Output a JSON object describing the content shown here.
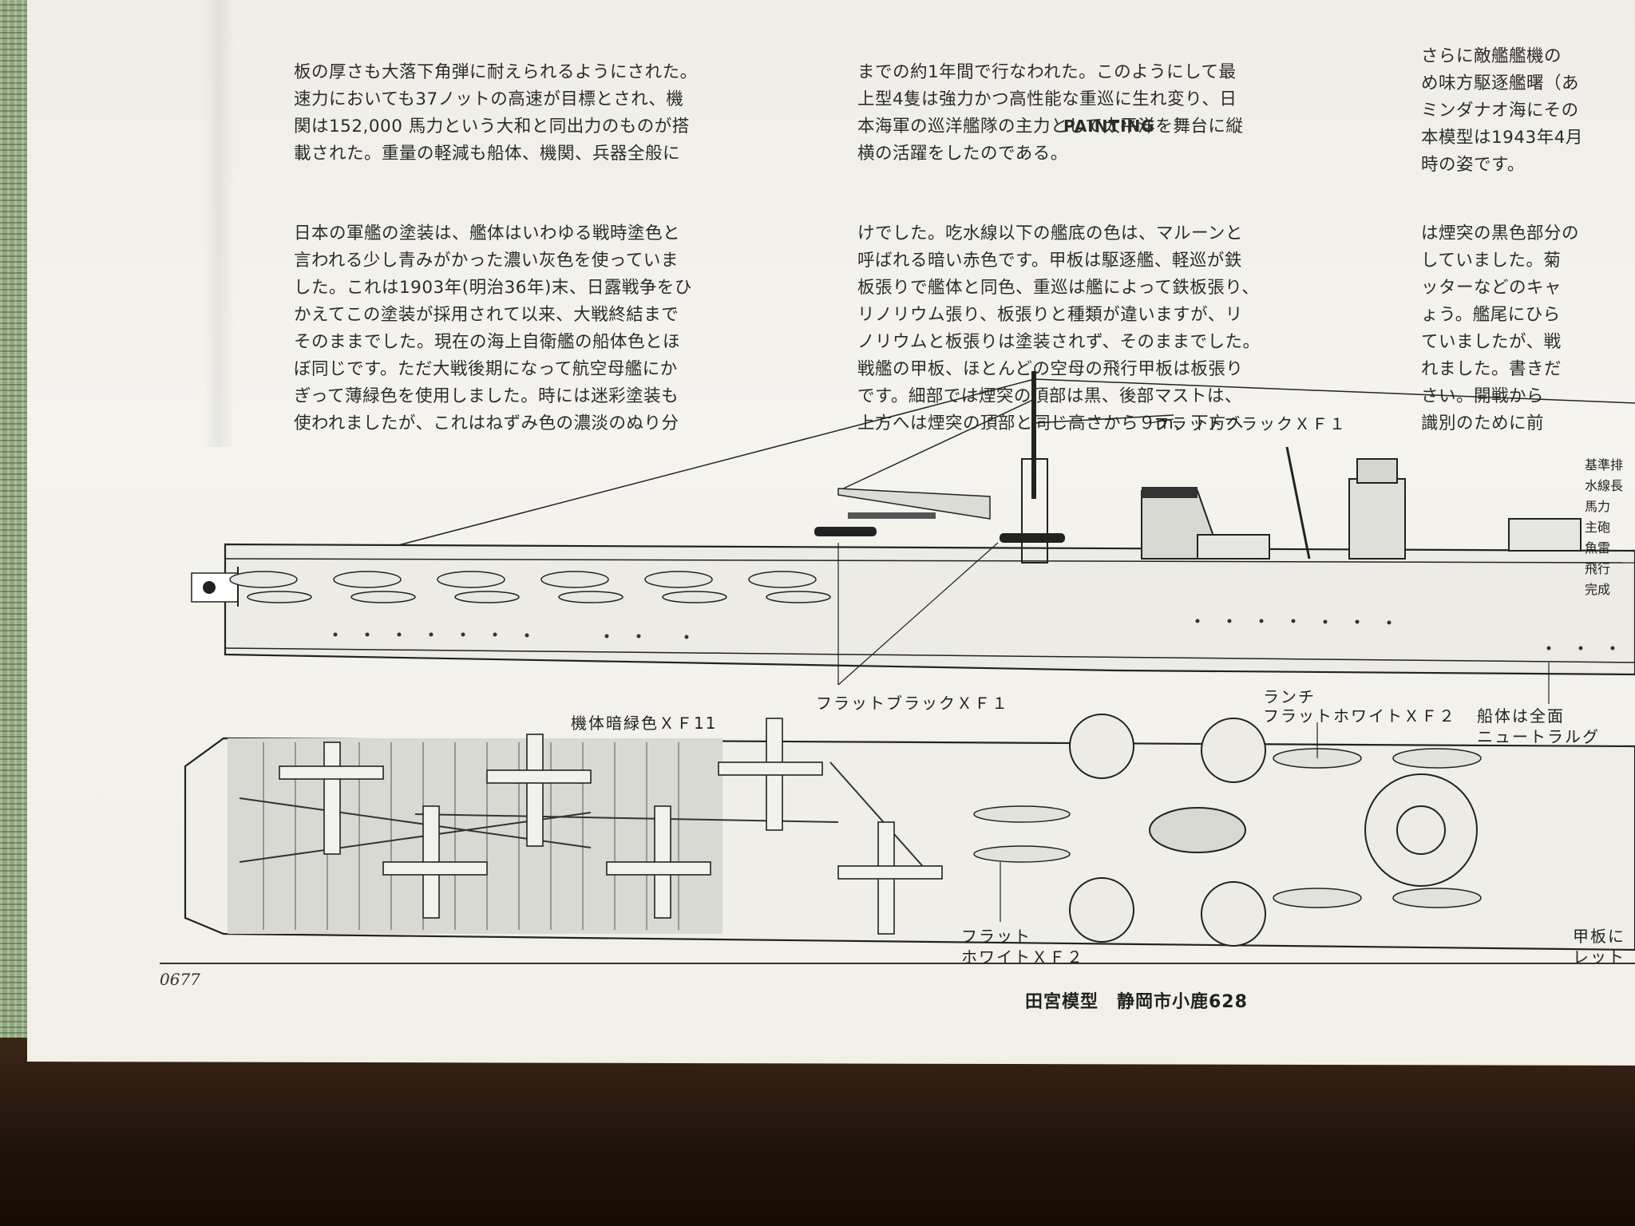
{
  "top_text": {
    "col1": [
      "板の厚さも大落下角弾に耐えられるようにされた。",
      "速力においても37ノットの高速が目標とされ、機",
      "関は152,000 馬力という大和と同出力のものが搭",
      "載された。重量の軽減も船体、機関、兵器全般に"
    ],
    "col2": [
      "までの約1年間で行なわれた。このようにして最",
      "上型4隻は強力かつ高性能な重巡に生れ変り、日",
      "本海軍の巡洋艦隊の主力として太平洋を舞台に縦",
      "横の活躍をしたのである。"
    ],
    "col3": [
      "さらに敵艦艦機の",
      "め味方駆逐艦曙（あ",
      "ミンダナオ海にその",
      "本模型は1943年4月",
      "時の姿です。"
    ]
  },
  "heading": "PAINTING",
  "painting_text": {
    "col1": [
      "日本の軍艦の塗装は、艦体はいわゆる戦時塗色と",
      "言われる少し青みがかった濃い灰色を使っていま",
      "した。これは1903年(明治36年)末、日露戦争をひ",
      "かえてこの塗装が採用されて以来、大戦終結まで",
      "そのままでした。現在の海上自衛艦の船体色とほ",
      "ぼ同じです。ただ大戦後期になって航空母艦にか",
      "ぎって薄緑色を使用しました。時には迷彩塗装も",
      "使われましたが、これはねずみ色の濃淡のぬり分"
    ],
    "col2": [
      "けでした。吃水線以下の艦底の色は、マルーンと",
      "呼ばれる暗い赤色です。甲板は駆逐艦、軽巡が鉄",
      "板張りで艦体と同色、重巡は艦によって鉄板張り、",
      "リノリウム張り、板張りと種類が違いますが、リ",
      "ノリウムと板張りは塗装されず、そのままでした。",
      "戦艦の甲板、ほとんどの空母の飛行甲板は板張り",
      "です。細部では煙突の頂部は黒、後部マストは、",
      "上方へは煙突の頂部と同じ高さから９ｍ、下方へ"
    ],
    "col3": [
      "は煙突の黒色部分の",
      "していました。菊",
      "ッターなどのキャ",
      "ょう。艦尾にひら",
      "ていましたが、戦",
      "れました。書きだ",
      "さい。開戦から",
      "識別のために前"
    ]
  },
  "labels": {
    "flat_black_top": "フラットブラックＸＦ１",
    "flat_black_bottom": "フラットブラックＸＦ１",
    "aircraft": "機体暗緑色ＸＦ11",
    "launch": "ランチ",
    "flat_white_launch": "フラットホワイトＸＦ２",
    "hull_all": "船体は全面",
    "neutral": "ニュートラルグ",
    "flat_white_lower_1": "フラット",
    "flat_white_lower_2": "ホワイトＸＦ２",
    "deck_1": "甲板に",
    "deck_2": "レット"
  },
  "spec_labels": [
    "基準排",
    "水線長",
    "馬力",
    "主砲",
    "魚雷",
    "飛行",
    "完成"
  ],
  "footer": {
    "code": "0677",
    "publisher": "田宮模型　静岡市小鹿628"
  }
}
